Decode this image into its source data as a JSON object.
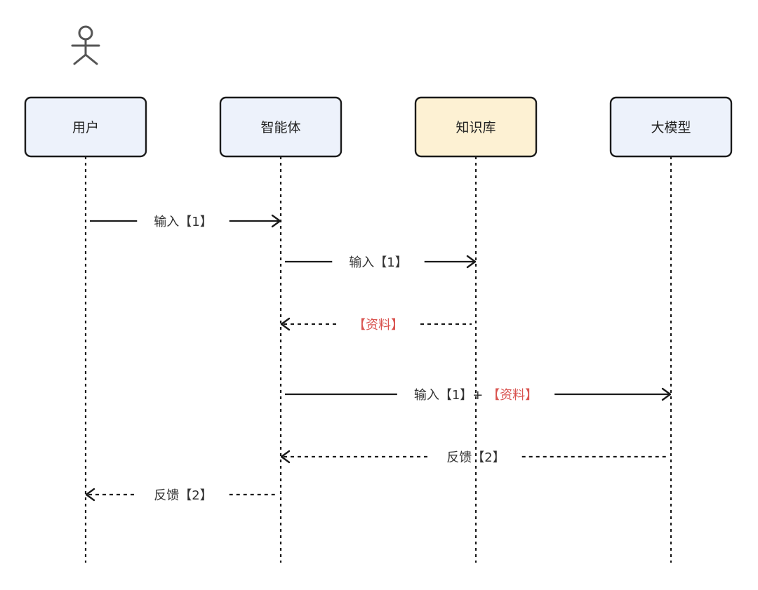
{
  "participants": [
    {
      "id": "user",
      "label": "用户",
      "fill": "#edf2fb"
    },
    {
      "id": "agent",
      "label": "智能体",
      "fill": "#edf2fb"
    },
    {
      "id": "kb",
      "label": "知识库",
      "fill": "#fdf1d3"
    },
    {
      "id": "llm",
      "label": "大模型",
      "fill": "#edf2fb"
    }
  ],
  "actor_icon": "stick-figure-icon",
  "colors": {
    "line": "#1a1a1a",
    "text": "#333333",
    "highlight": "#d9534f"
  },
  "messages": [
    {
      "from": "user",
      "to": "agent",
      "style": "solid",
      "parts": [
        {
          "text": "输入【1】"
        }
      ]
    },
    {
      "from": "agent",
      "to": "kb",
      "style": "solid",
      "parts": [
        {
          "text": "输入【1】"
        }
      ]
    },
    {
      "from": "kb",
      "to": "agent",
      "style": "dashed",
      "parts": [
        {
          "text": "【资料】",
          "highlight": true
        }
      ]
    },
    {
      "from": "agent",
      "to": "llm",
      "style": "solid",
      "parts": [
        {
          "text": "输入【1】+ "
        },
        {
          "text": "【资料】",
          "highlight": true
        }
      ]
    },
    {
      "from": "llm",
      "to": "agent",
      "style": "dashed",
      "parts": [
        {
          "text": "反馈【2】"
        }
      ]
    },
    {
      "from": "agent",
      "to": "user",
      "style": "dashed",
      "parts": [
        {
          "text": "反馈【2】"
        }
      ]
    }
  ]
}
